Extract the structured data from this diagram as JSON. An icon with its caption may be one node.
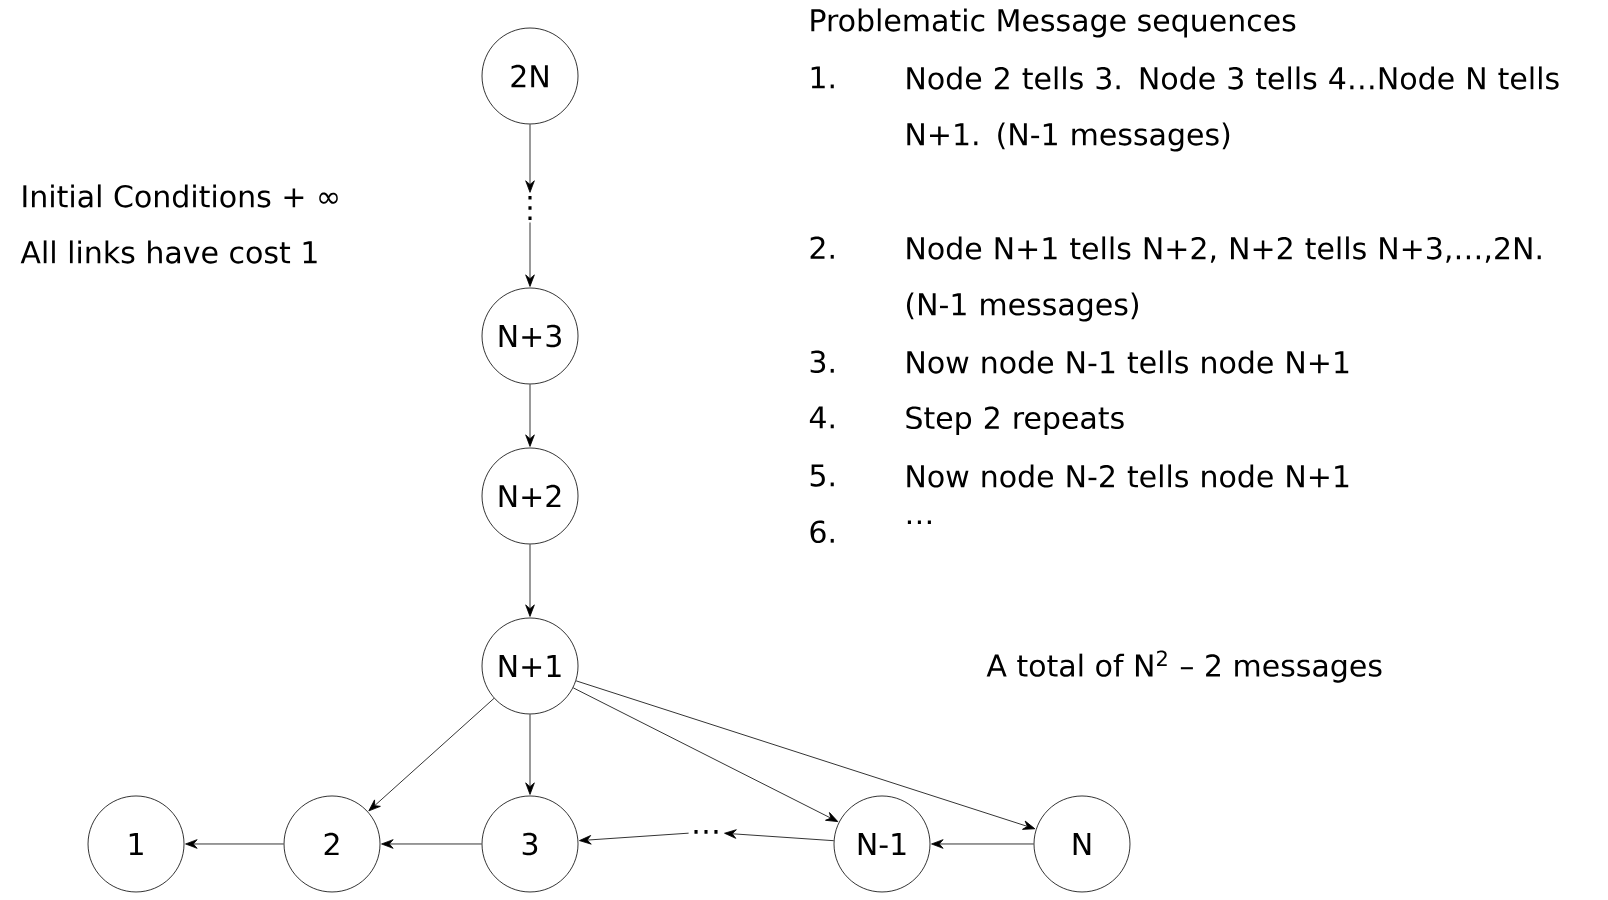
{
  "diagram": {
    "nodes": [
      {
        "text": [
          "2N"
        ]
      },
      {
        "text": [
          "⋮"
        ]
      },
      {
        "text": [
          "N+3"
        ]
      },
      {
        "text": [
          "N+2"
        ]
      },
      {
        "text": [
          "N+1"
        ]
      },
      {
        "text": [
          "1"
        ]
      },
      {
        "text": [
          "2"
        ]
      },
      {
        "text": [
          "3"
        ]
      },
      {
        "text": [
          "…"
        ]
      },
      {
        "text": [
          "N-1"
        ]
      },
      {
        "text": [
          "N"
        ]
      }
    ],
    "edges": [
      {
        "from": 0,
        "to": 1,
        "arrow": "to"
      },
      {
        "from": 1,
        "to": 2,
        "arrow": "to"
      },
      {
        "from": 2,
        "to": 3,
        "arrow": "to"
      },
      {
        "from": 3,
        "to": 4,
        "arrow": "to"
      },
      {
        "from": 4,
        "to": 6,
        "arrow": "to"
      },
      {
        "from": 4,
        "to": 7,
        "arrow": "to"
      },
      {
        "from": 4,
        "to": 9,
        "arrow": "to"
      },
      {
        "from": 4,
        "to": 10,
        "arrow": "to"
      },
      {
        "from": 6,
        "to": 5,
        "arrow": "to"
      },
      {
        "from": 7,
        "to": 6,
        "arrow": "to"
      },
      {
        "from": 8,
        "to": 7,
        "arrow": "to"
      },
      {
        "from": 9,
        "to": 8,
        "arrow": "to"
      },
      {
        "from": 10,
        "to": 9,
        "arrow": "to"
      }
    ],
    "labels": [
      "Initial Conditions + ∞",
      "All links have cost 1",
      "Problematic Message sequences",
      "1.",
      "Node 2 tells 3. Node 3 tells 4…Node N tells N+1. (N-1 messages)",
      "2.",
      "Node N+1 tells N+2, N+2 tells N+3,…,2N. (N-1 messages)",
      "3.",
      "Now node N-1 tells node N+1",
      "4.",
      "Step 2 repeats",
      "5.",
      "Now node N-2 tells node N+1",
      "6.",
      "…",
      "A total of N$^{2}$ – 2 messages"
    ]
  }
}
